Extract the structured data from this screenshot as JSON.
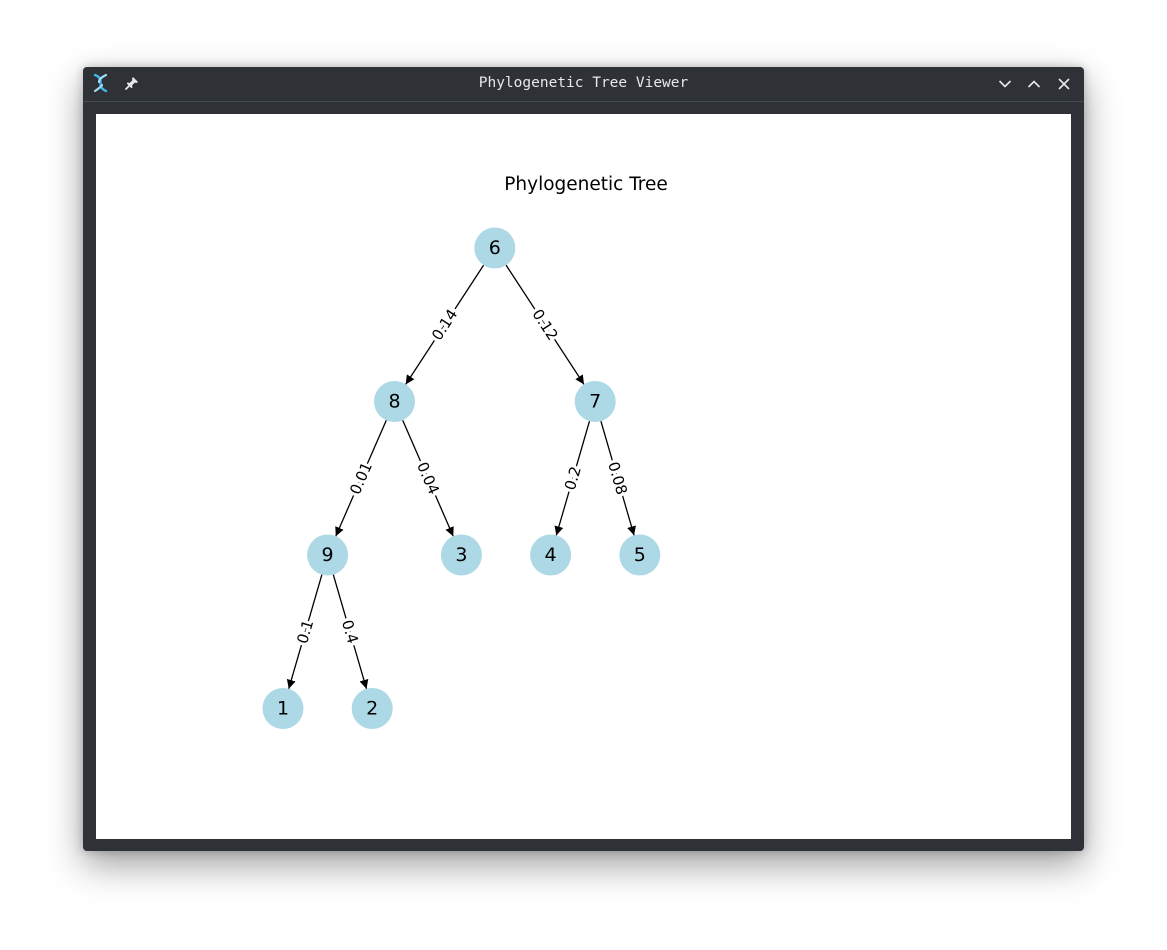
{
  "window": {
    "title": "Phylogenetic Tree Viewer",
    "app_icon": "dna-icon",
    "pin_icon": "pin-icon",
    "controls": [
      "minimize-icon",
      "maximize-icon",
      "close-icon"
    ]
  },
  "plot": {
    "title": "Phylogenetic Tree",
    "node_color": "#add8e6",
    "edge_color": "#000000"
  },
  "chart_data": {
    "type": "tree",
    "title": "Phylogenetic Tree",
    "root": "6",
    "nodes": [
      "6",
      "8",
      "7",
      "9",
      "3",
      "4",
      "5",
      "1",
      "2"
    ],
    "edges": [
      {
        "source": "6",
        "target": "8",
        "weight": "0.14"
      },
      {
        "source": "6",
        "target": "7",
        "weight": "0.12"
      },
      {
        "source": "8",
        "target": "9",
        "weight": "0.01"
      },
      {
        "source": "8",
        "target": "3",
        "weight": "0.04"
      },
      {
        "source": "7",
        "target": "4",
        "weight": "0.2"
      },
      {
        "source": "7",
        "target": "5",
        "weight": "0.08"
      },
      {
        "source": "9",
        "target": "1",
        "weight": "0.1"
      },
      {
        "source": "9",
        "target": "2",
        "weight": "0.4"
      }
    ]
  }
}
